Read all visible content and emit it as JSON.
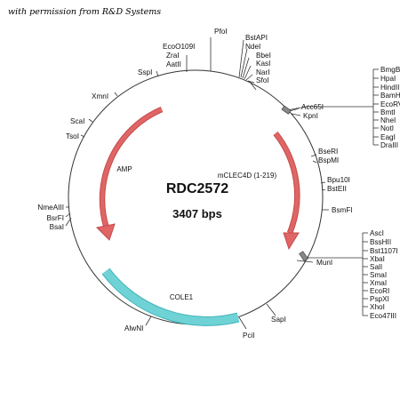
{
  "permission_note": "with permission from R&D Systems",
  "plasmid": {
    "name": "RDC2572",
    "size": "3407 bps"
  },
  "colors": {
    "arrow": "#e06666",
    "arrow_edge": "#c44a4a",
    "cole1": "#6fd3d6",
    "cole1_edge": "#3fb3b6",
    "line": "#333333"
  },
  "features": {
    "amp": "AMP",
    "insert": "mCLEC4D (1-219)",
    "origin": "COLE1"
  },
  "sites": {
    "pfol": "PfoI",
    "bstapi": "BstAPI",
    "ndei": "NdeI",
    "bbei": "BbeI",
    "kasi": "KasI",
    "nari": "NarI",
    "sfoi": "SfoI",
    "ecoo109i": "EcoO109I",
    "zrai": "ZraI",
    "aatii": "AatII",
    "sspi": "SspI",
    "xmni": "XmnI",
    "scai": "ScaI",
    "tsoi": "TsoI",
    "nmeaiii": "NmeAIII",
    "bsrfi": "BsrFI",
    "bsai": "BsaI",
    "alwni": "AlwNI",
    "pcii": "PciI",
    "sapi": "SapI",
    "muni": "MunI",
    "bsmfi": "BsmFI",
    "bpu10i": "Bpu10I",
    "bsteii": "BstEII",
    "bseri": "BseRI",
    "bspmi": "BspMI",
    "acc65i": "Acc65I",
    "kpni": "KpnI"
  },
  "mcs_top": [
    "BmgBI",
    "HpaI",
    "HindIII",
    "BamHI",
    "EcoRV",
    "BmtI",
    "NheI",
    "NotI",
    "EagI",
    "DraIII"
  ],
  "mcs_bottom": [
    "AscI",
    "BssHII",
    "Bst1107I",
    "XbaI",
    "SalI",
    "SmaI",
    "XmaI",
    "EcoRI",
    "PspXI",
    "XhoI",
    "Eco47III"
  ]
}
